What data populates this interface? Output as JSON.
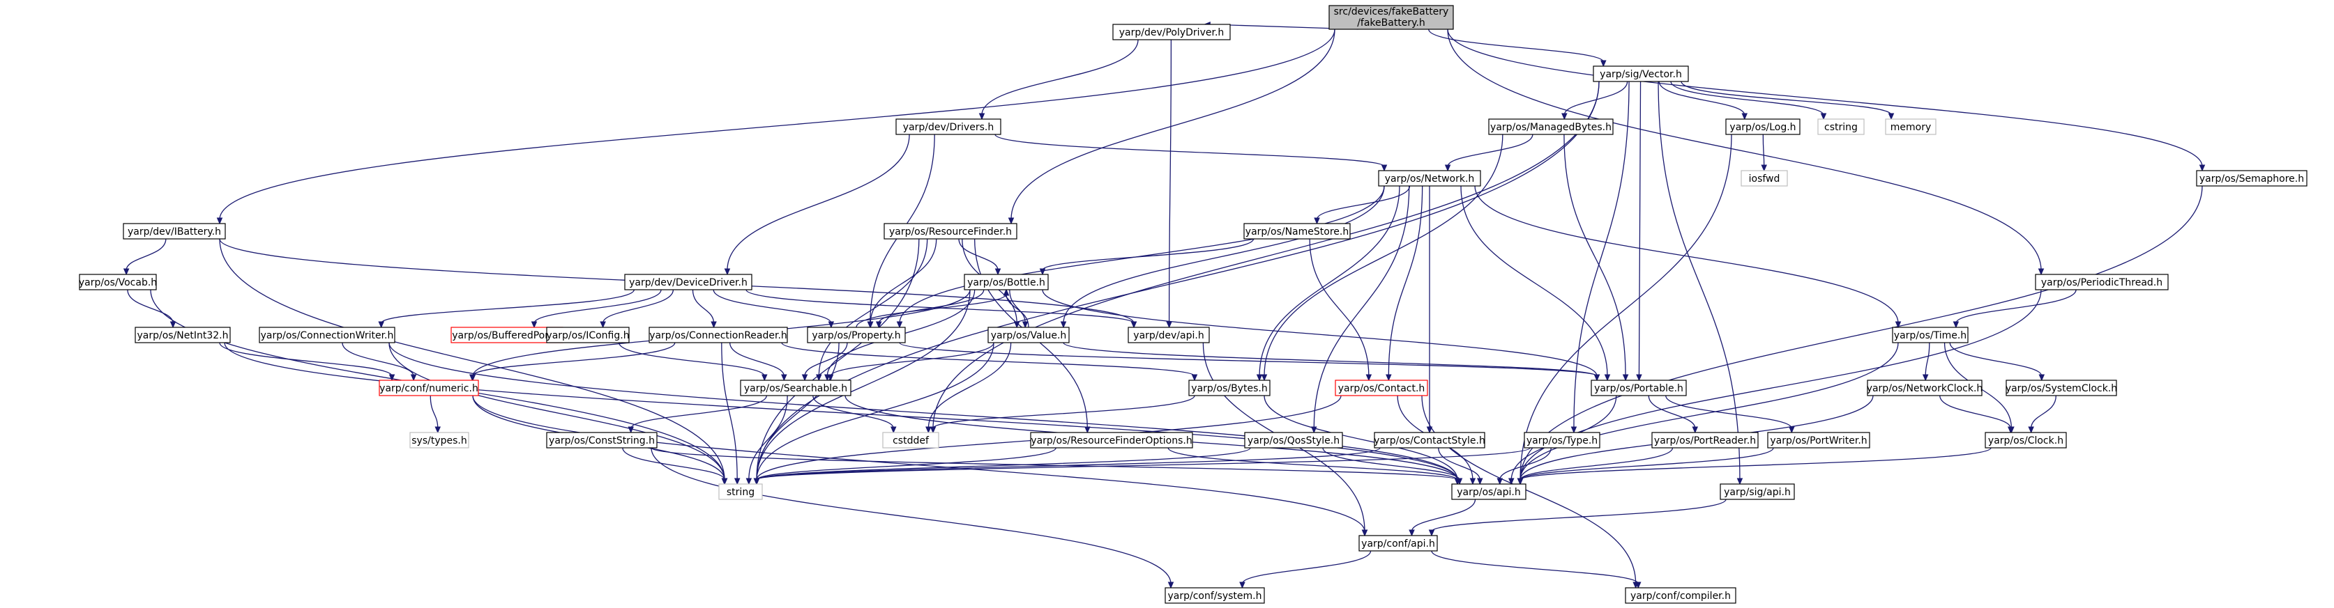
{
  "colors": {
    "edge": "#191970",
    "root_fill": "#bfbfbf",
    "normal_border": "#000000",
    "truncated_border": "#ff0000",
    "system_border": "#bfbfbf"
  },
  "nodes": [
    {
      "id": "fakeBattery",
      "label": [
        "src/devices/fakeBattery",
        "/fakeBattery.h"
      ],
      "style": "root"
    },
    {
      "id": "PolyDriver",
      "label": [
        "yarp/dev/PolyDriver.h"
      ],
      "style": "normal"
    },
    {
      "id": "Vector",
      "label": [
        "yarp/sig/Vector.h"
      ],
      "style": "normal"
    },
    {
      "id": "Drivers",
      "label": [
        "yarp/dev/Drivers.h"
      ],
      "style": "normal"
    },
    {
      "id": "ManagedBytes",
      "label": [
        "yarp/os/ManagedBytes.h"
      ],
      "style": "normal"
    },
    {
      "id": "Log",
      "label": [
        "yarp/os/Log.h"
      ],
      "style": "normal"
    },
    {
      "id": "cstring",
      "label": [
        "cstring"
      ],
      "style": "gray"
    },
    {
      "id": "memory",
      "label": [
        "memory"
      ],
      "style": "gray"
    },
    {
      "id": "iosfwd",
      "label": [
        "iosfwd"
      ],
      "style": "gray"
    },
    {
      "id": "Network",
      "label": [
        "yarp/os/Network.h"
      ],
      "style": "normal"
    },
    {
      "id": "Semaphore",
      "label": [
        "yarp/os/Semaphore.h"
      ],
      "style": "normal"
    },
    {
      "id": "IBattery",
      "label": [
        "yarp/dev/IBattery.h"
      ],
      "style": "normal"
    },
    {
      "id": "ResourceFinder",
      "label": [
        "yarp/os/ResourceFinder.h"
      ],
      "style": "normal"
    },
    {
      "id": "NameStore",
      "label": [
        "yarp/os/NameStore.h"
      ],
      "style": "normal"
    },
    {
      "id": "Vocab",
      "label": [
        "yarp/os/Vocab.h"
      ],
      "style": "normal"
    },
    {
      "id": "DeviceDriver",
      "label": [
        "yarp/dev/DeviceDriver.h"
      ],
      "style": "normal"
    },
    {
      "id": "Bottle",
      "label": [
        "yarp/os/Bottle.h"
      ],
      "style": "normal"
    },
    {
      "id": "PeriodicThread",
      "label": [
        "yarp/os/PeriodicThread.h"
      ],
      "style": "normal"
    },
    {
      "id": "NetInt32",
      "label": [
        "yarp/os/NetInt32.h"
      ],
      "style": "normal"
    },
    {
      "id": "ConnectionWriter",
      "label": [
        "yarp/os/ConnectionWriter.h"
      ],
      "style": "normal"
    },
    {
      "id": "BufferedPort",
      "label": [
        "yarp/os/BufferedPort.h"
      ],
      "style": "red"
    },
    {
      "id": "IConfig",
      "label": [
        "yarp/os/IConfig.h"
      ],
      "style": "normal"
    },
    {
      "id": "ConnectionReader",
      "label": [
        "yarp/os/ConnectionReader.h"
      ],
      "style": "normal"
    },
    {
      "id": "Property",
      "label": [
        "yarp/os/Property.h"
      ],
      "style": "normal"
    },
    {
      "id": "Value",
      "label": [
        "yarp/os/Value.h"
      ],
      "style": "normal"
    },
    {
      "id": "devapi",
      "label": [
        "yarp/dev/api.h"
      ],
      "style": "normal"
    },
    {
      "id": "Time",
      "label": [
        "yarp/os/Time.h"
      ],
      "style": "normal"
    },
    {
      "id": "numeric",
      "label": [
        "yarp/conf/numeric.h"
      ],
      "style": "red"
    },
    {
      "id": "Searchable",
      "label": [
        "yarp/os/Searchable.h"
      ],
      "style": "normal"
    },
    {
      "id": "Bytes",
      "label": [
        "yarp/os/Bytes.h"
      ],
      "style": "normal"
    },
    {
      "id": "Contact",
      "label": [
        "yarp/os/Contact.h"
      ],
      "style": "red"
    },
    {
      "id": "Portable",
      "label": [
        "yarp/os/Portable.h"
      ],
      "style": "normal"
    },
    {
      "id": "NetworkClock",
      "label": [
        "yarp/os/NetworkClock.h"
      ],
      "style": "normal"
    },
    {
      "id": "SystemClock",
      "label": [
        "yarp/os/SystemClock.h"
      ],
      "style": "normal"
    },
    {
      "id": "systypes",
      "label": [
        "sys/types.h"
      ],
      "style": "gray"
    },
    {
      "id": "cstddef",
      "label": [
        "cstddef"
      ],
      "style": "gray"
    },
    {
      "id": "ConstString",
      "label": [
        "yarp/os/ConstString.h"
      ],
      "style": "normal"
    },
    {
      "id": "ResourceFinderOptions",
      "label": [
        "yarp/os/ResourceFinderOptions.h"
      ],
      "style": "normal"
    },
    {
      "id": "QosStyle",
      "label": [
        "yarp/os/QosStyle.h"
      ],
      "style": "normal"
    },
    {
      "id": "ContactStyle",
      "label": [
        "yarp/os/ContactStyle.h"
      ],
      "style": "normal"
    },
    {
      "id": "Type",
      "label": [
        "yarp/os/Type.h"
      ],
      "style": "normal"
    },
    {
      "id": "PortReader",
      "label": [
        "yarp/os/PortReader.h"
      ],
      "style": "normal"
    },
    {
      "id": "PortWriter",
      "label": [
        "yarp/os/PortWriter.h"
      ],
      "style": "normal"
    },
    {
      "id": "Clock",
      "label": [
        "yarp/os/Clock.h"
      ],
      "style": "normal"
    },
    {
      "id": "string",
      "label": [
        "string"
      ],
      "style": "gray"
    },
    {
      "id": "osapi",
      "label": [
        "yarp/os/api.h"
      ],
      "style": "normal"
    },
    {
      "id": "sigapi",
      "label": [
        "yarp/sig/api.h"
      ],
      "style": "normal"
    },
    {
      "id": "confapi",
      "label": [
        "yarp/conf/api.h"
      ],
      "style": "normal"
    },
    {
      "id": "system",
      "label": [
        "yarp/conf/system.h"
      ],
      "style": "normal"
    },
    {
      "id": "compiler",
      "label": [
        "yarp/conf/compiler.h"
      ],
      "style": "normal"
    }
  ],
  "edges": [
    [
      "fakeBattery",
      "PolyDriver"
    ],
    [
      "fakeBattery",
      "Vector"
    ],
    [
      "fakeBattery",
      "IBattery"
    ],
    [
      "fakeBattery",
      "ResourceFinder"
    ],
    [
      "fakeBattery",
      "PeriodicThread"
    ],
    [
      "fakeBattery",
      "Semaphore"
    ],
    [
      "PolyDriver",
      "Drivers"
    ],
    [
      "PolyDriver",
      "devapi"
    ],
    [
      "Vector",
      "ManagedBytes"
    ],
    [
      "Vector",
      "Log"
    ],
    [
      "Vector",
      "cstring"
    ],
    [
      "Vector",
      "memory"
    ],
    [
      "Vector",
      "string"
    ],
    [
      "Vector",
      "Type"
    ],
    [
      "Vector",
      "Portable"
    ],
    [
      "Vector",
      "sigapi"
    ],
    [
      "Vector",
      "cstddef"
    ],
    [
      "Drivers",
      "DeviceDriver"
    ],
    [
      "Drivers",
      "Network"
    ],
    [
      "Drivers",
      "Property"
    ],
    [
      "ManagedBytes",
      "Network"
    ],
    [
      "ManagedBytes",
      "Bytes"
    ],
    [
      "ManagedBytes",
      "Portable"
    ],
    [
      "Log",
      "iosfwd"
    ],
    [
      "Log",
      "osapi"
    ],
    [
      "Network",
      "NameStore"
    ],
    [
      "Network",
      "Contact"
    ],
    [
      "Network",
      "Portable"
    ],
    [
      "Network",
      "Value"
    ],
    [
      "Network",
      "Time"
    ],
    [
      "Network",
      "Property"
    ],
    [
      "Network",
      "ContactStyle"
    ],
    [
      "Network",
      "QosStyle"
    ],
    [
      "Network",
      "Bytes"
    ],
    [
      "Semaphore",
      "osapi"
    ],
    [
      "IBattery",
      "Vocab"
    ],
    [
      "IBattery",
      "devapi"
    ],
    [
      "IBattery",
      "string"
    ],
    [
      "ResourceFinder",
      "Bottle"
    ],
    [
      "ResourceFinder",
      "Property"
    ],
    [
      "ResourceFinder",
      "Value"
    ],
    [
      "ResourceFinder",
      "Searchable"
    ],
    [
      "ResourceFinder",
      "ResourceFinderOptions"
    ],
    [
      "ResourceFinder",
      "string"
    ],
    [
      "NameStore",
      "Bottle"
    ],
    [
      "NameStore",
      "Contact"
    ],
    [
      "Vocab",
      "NetInt32"
    ],
    [
      "Vocab",
      "string"
    ],
    [
      "DeviceDriver",
      "ConnectionWriter"
    ],
    [
      "DeviceDriver",
      "BufferedPort"
    ],
    [
      "DeviceDriver",
      "IConfig"
    ],
    [
      "DeviceDriver",
      "ConnectionReader"
    ],
    [
      "DeviceDriver",
      "Property"
    ],
    [
      "DeviceDriver",
      "devapi"
    ],
    [
      "Bottle",
      "Property"
    ],
    [
      "Bottle",
      "Value"
    ],
    [
      "Bottle",
      "Portable"
    ],
    [
      "Bottle",
      "Searchable"
    ],
    [
      "Bottle",
      "string"
    ],
    [
      "Bottle",
      "numeric"
    ],
    [
      "PeriodicThread",
      "Time"
    ],
    [
      "PeriodicThread",
      "osapi"
    ],
    [
      "NetInt32",
      "numeric"
    ],
    [
      "NetInt32",
      "osapi"
    ],
    [
      "ConnectionWriter",
      "numeric"
    ],
    [
      "ConnectionWriter",
      "osapi"
    ],
    [
      "ConnectionWriter",
      "string"
    ],
    [
      "IConfig",
      "Searchable"
    ],
    [
      "ConnectionReader",
      "Searchable"
    ],
    [
      "ConnectionReader",
      "Bytes"
    ],
    [
      "ConnectionReader",
      "string"
    ],
    [
      "ConnectionReader",
      "numeric"
    ],
    [
      "Property",
      "Bottle"
    ],
    [
      "Property",
      "Searchable"
    ],
    [
      "Property",
      "Portable"
    ],
    [
      "Property",
      "string"
    ],
    [
      "Value",
      "Bottle"
    ],
    [
      "Value",
      "Searchable"
    ],
    [
      "Value",
      "Portable"
    ],
    [
      "Value",
      "string"
    ],
    [
      "Value",
      "cstddef"
    ],
    [
      "devapi",
      "confapi"
    ],
    [
      "Time",
      "NetworkClock"
    ],
    [
      "Time",
      "SystemClock"
    ],
    [
      "Time",
      "Clock"
    ],
    [
      "Time",
      "osapi"
    ],
    [
      "numeric",
      "systypes"
    ],
    [
      "numeric",
      "string"
    ],
    [
      "numeric",
      "confapi"
    ],
    [
      "Searchable",
      "ConstString"
    ],
    [
      "Searchable",
      "osapi"
    ],
    [
      "Searchable",
      "string"
    ],
    [
      "Searchable",
      "cstddef"
    ],
    [
      "Bytes",
      "cstddef"
    ],
    [
      "Bytes",
      "osapi"
    ],
    [
      "Contact",
      "osapi"
    ],
    [
      "Contact",
      "string"
    ],
    [
      "Contact",
      "compiler"
    ],
    [
      "Portable",
      "PortReader"
    ],
    [
      "Portable",
      "PortWriter"
    ],
    [
      "Portable",
      "osapi"
    ],
    [
      "NetworkClock",
      "Clock"
    ],
    [
      "NetworkClock",
      "osapi"
    ],
    [
      "SystemClock",
      "Clock"
    ],
    [
      "ConstString",
      "string"
    ],
    [
      "ConstString",
      "osapi"
    ],
    [
      "ConstString",
      "system"
    ],
    [
      "ResourceFinderOptions",
      "osapi"
    ],
    [
      "ResourceFinderOptions",
      "string"
    ],
    [
      "QosStyle",
      "osapi"
    ],
    [
      "QosStyle",
      "string"
    ],
    [
      "ContactStyle",
      "osapi"
    ],
    [
      "ContactStyle",
      "string"
    ],
    [
      "Type",
      "osapi"
    ],
    [
      "Type",
      "string"
    ],
    [
      "PortReader",
      "osapi"
    ],
    [
      "PortWriter",
      "osapi"
    ],
    [
      "Clock",
      "osapi"
    ],
    [
      "osapi",
      "confapi"
    ],
    [
      "sigapi",
      "confapi"
    ],
    [
      "confapi",
      "system"
    ],
    [
      "confapi",
      "compiler"
    ]
  ]
}
